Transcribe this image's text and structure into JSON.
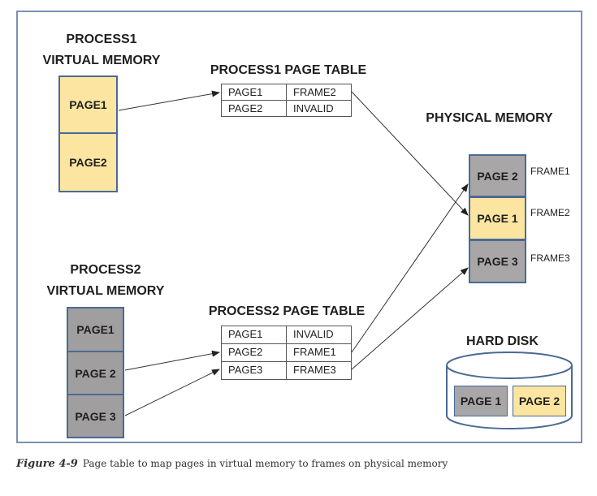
{
  "process1": {
    "title_line1": "PROCESS1",
    "title_line2": "VIRTUAL MEMORY",
    "pages": [
      "PAGE1",
      "PAGE2"
    ]
  },
  "process1_table": {
    "title": "PROCESS1 PAGE TABLE",
    "rows": [
      {
        "page": "PAGE1",
        "frame": "FRAME2"
      },
      {
        "page": "PAGE2",
        "frame": "INVALID"
      }
    ]
  },
  "process2": {
    "title_line1": "PROCESS2",
    "title_line2": "VIRTUAL MEMORY",
    "pages": [
      "PAGE1",
      "PAGE 2",
      "PAGE 3"
    ]
  },
  "process2_table": {
    "title": "PROCESS2 PAGE TABLE",
    "rows": [
      {
        "page": "PAGE1",
        "frame": "INVALID"
      },
      {
        "page": "PAGE2",
        "frame": "FRAME1"
      },
      {
        "page": "PAGE3",
        "frame": "FRAME3"
      }
    ]
  },
  "physical_memory": {
    "title": "PHYSICAL MEMORY",
    "frames": [
      {
        "content": "PAGE 2",
        "label": "FRAME1"
      },
      {
        "content": "PAGE 1",
        "label": "FRAME2"
      },
      {
        "content": "PAGE 3",
        "label": "FRAME3"
      }
    ]
  },
  "hard_disk": {
    "title": "HARD DISK",
    "pages": [
      "PAGE 1",
      "PAGE 2"
    ]
  },
  "caption": {
    "label": "Figure 4-9",
    "text": "Page table to map pages in virtual memory to frames on physical memory"
  },
  "colors": {
    "process1_page": "#fbe5a0",
    "process2_page": "#a8a6a6",
    "border": "#4a6a96",
    "frame_outline": "#7b8fb3"
  }
}
